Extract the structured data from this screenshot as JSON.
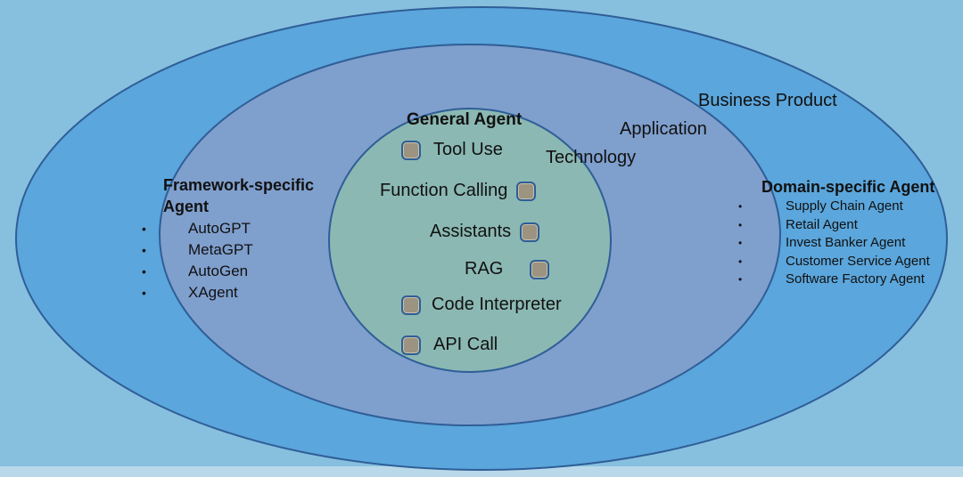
{
  "rings": {
    "outer_label": "Business Product",
    "middle_label": "Application",
    "inner_label": "Technology"
  },
  "general_agent": {
    "title": "General Agent",
    "capabilities": [
      "Tool Use",
      "Function Calling",
      "Assistants",
      "RAG",
      "Code Interpreter",
      "API Call"
    ]
  },
  "framework_agent": {
    "title_line1": "Framework-specific",
    "title_line2": "Agent",
    "items": [
      "AutoGPT",
      "MetaGPT",
      "AutoGen",
      "XAgent"
    ]
  },
  "domain_agent": {
    "title": "Domain-specific Agent",
    "items": [
      "Supply Chain Agent",
      "Retail Agent",
      "Invest Banker Agent",
      "Customer Service Agent",
      "Software Factory Agent"
    ]
  },
  "colors": {
    "background": "#87c0df",
    "outer_ellipse": "#5ba6dc",
    "middle_ellipse": "#7f9fcd",
    "inner_circle": "#8bb8b3",
    "outline": "#2f5e97",
    "capability_chip": "#9c9480"
  },
  "icons": {
    "capability_marker": "rounded-square-chip-icon",
    "list_bullet": "bullet-icon"
  }
}
